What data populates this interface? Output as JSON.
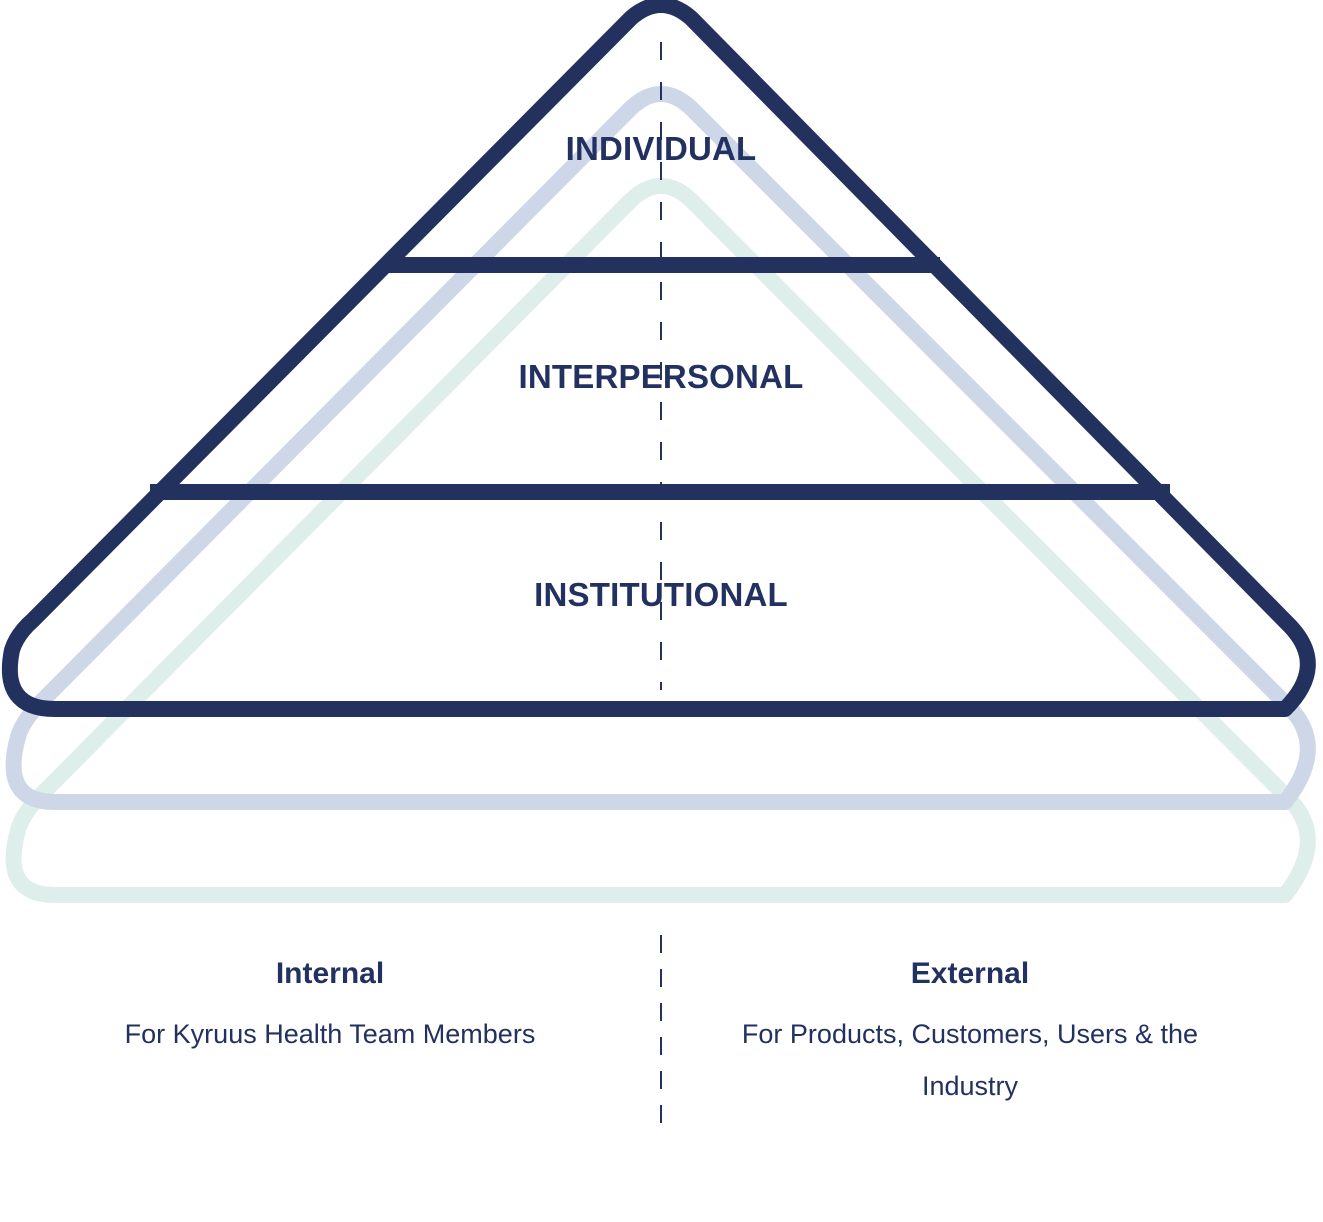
{
  "pyramid": {
    "tiers": [
      {
        "label": "INDIVIDUAL"
      },
      {
        "label": "INTERPERSONAL"
      },
      {
        "label": "INSTITUTIONAL"
      }
    ]
  },
  "captions": {
    "internal": {
      "title": "Internal",
      "text": "For Kyruus Health Team Members"
    },
    "external": {
      "title": "External",
      "text": "For Products, Customers, Users & the Industry"
    }
  },
  "colors": {
    "primary": "#22315E",
    "echo_blue": "#CDD7E8",
    "echo_teal": "#DDEEEB",
    "divider": "#22315E"
  }
}
